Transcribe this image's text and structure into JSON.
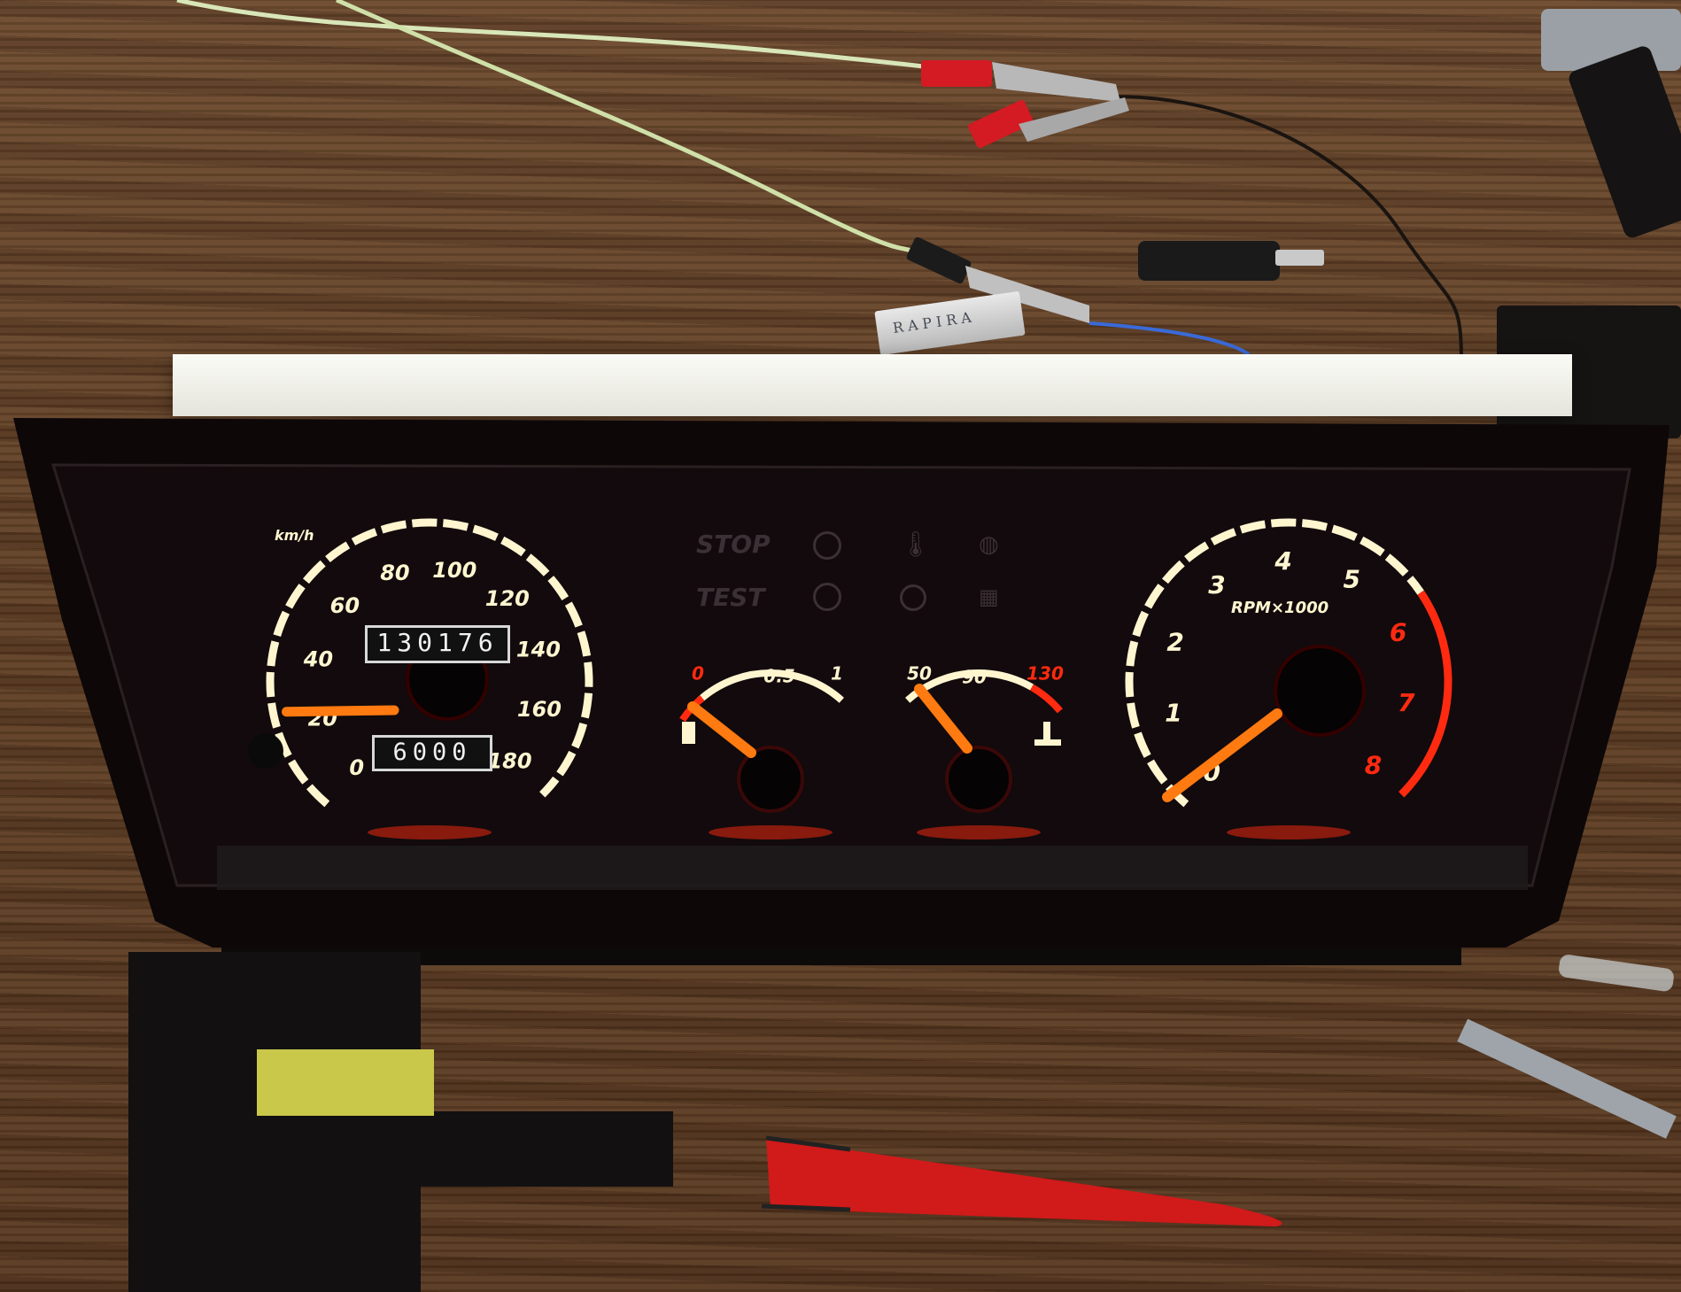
{
  "colors": {
    "scale_white": "#fff6d0",
    "scale_red": "#ff2a10",
    "needle": "#ff7a10",
    "panel": "#0b0708"
  },
  "icons": [
    "temperature-icon",
    "oil-can-icon",
    "battery-icon",
    "brake-icon",
    "fuel-warning-icon"
  ],
  "blade": {
    "brand": "RAPIRA"
  },
  "speedometer": {
    "unit": "km/h",
    "ticks": [
      "0",
      "20",
      "40",
      "60",
      "80",
      "100",
      "120",
      "140",
      "160",
      "180"
    ],
    "odometer": "130176",
    "trip": "6000",
    "reading_kmh": 25
  },
  "warning_lights": {
    "stop_label": "STOP",
    "test_label": "TEST"
  },
  "fuel_gauge": {
    "ticks": [
      "0",
      "0.5",
      "1"
    ],
    "level_fraction": 0.0
  },
  "temp_gauge": {
    "ticks": [
      "50",
      "90",
      "130"
    ],
    "reading": 50
  },
  "tachometer": {
    "unit_label": "RPM×1000",
    "ticks": [
      "0",
      "1",
      "2",
      "3",
      "4",
      "5",
      "6",
      "7",
      "8"
    ],
    "red_ticks_from": 6,
    "reading": 0
  }
}
